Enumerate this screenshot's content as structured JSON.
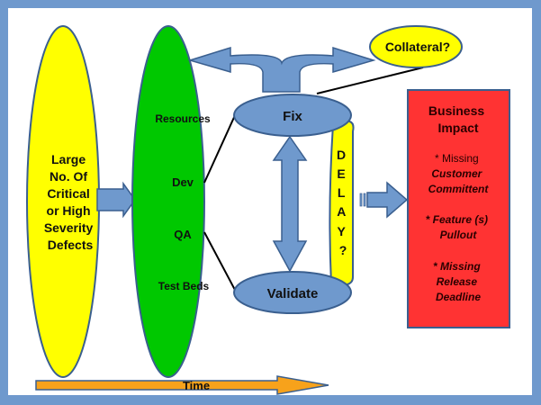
{
  "diagram": {
    "source": {
      "lines": [
        "Large",
        "No. Of",
        "Critical",
        "or High",
        "Severity",
        "Defects"
      ]
    },
    "resources_ellipse": {
      "labels": {
        "resources": "Resources",
        "dev": "Dev",
        "qa": "QA",
        "test_beds": "Test Beds"
      }
    },
    "fix": "Fix",
    "validate": "Validate",
    "collateral": "Collateral?",
    "delay": [
      "D",
      "E",
      "L",
      "A",
      "Y",
      "?"
    ],
    "impact": {
      "title_lines": [
        "Business",
        "Impact"
      ],
      "items": [
        {
          "star": "* Missing",
          "lines": [
            "Customer",
            "Committent"
          ]
        },
        {
          "star": "* Feature (s)",
          "lines": [
            "Pullout"
          ]
        },
        {
          "star": "* Missing",
          "lines": [
            "Release",
            "Deadline"
          ]
        }
      ]
    },
    "time_label": "Time",
    "colors": {
      "frame": "#6f99cd",
      "yellow": "#ffff00",
      "green": "#00c800",
      "blue_shape": "#6f99cd",
      "outline": "#3a5f8f",
      "red": "#ff3333",
      "orange": "#f7a21b"
    }
  }
}
